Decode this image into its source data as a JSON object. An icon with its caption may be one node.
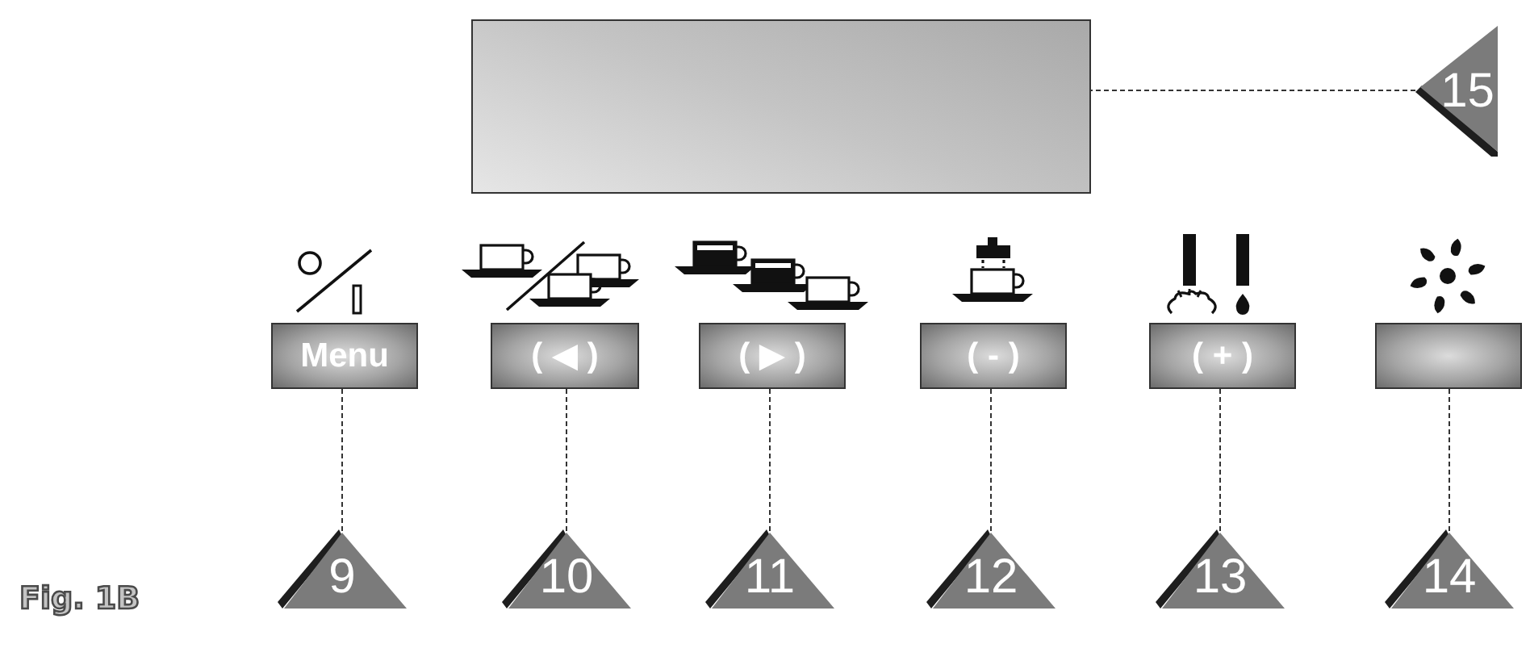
{
  "diagram": {
    "nodes": [
      {
        "text": [],
        "shape": "box"
      },
      {
        "text": [
          "15"
        ]
      },
      {
        "text": [
          "Menu"
        ]
      },
      {
        "text": [
          "( ◀ )"
        ]
      },
      {
        "text": [
          "( ▶ )"
        ]
      },
      {
        "text": [
          "( - )"
        ]
      },
      {
        "text": [
          "( + )"
        ]
      },
      {
        "text": [],
        "shape": "box"
      },
      {
        "text": [
          "9"
        ]
      },
      {
        "text": [
          "10"
        ]
      },
      {
        "text": [
          "11"
        ]
      },
      {
        "text": [
          "12"
        ]
      },
      {
        "text": [
          "13"
        ]
      },
      {
        "text": [
          "14"
        ]
      }
    ],
    "edges": [
      {
        "from": 1,
        "to": 0,
        "arrow": "none",
        "style": "dashed"
      },
      {
        "from": 8,
        "to": 2,
        "arrow": "none",
        "style": "dashed"
      },
      {
        "from": 9,
        "to": 3,
        "arrow": "none",
        "style": "dashed"
      },
      {
        "from": 10,
        "to": 4,
        "arrow": "none",
        "style": "dashed"
      },
      {
        "from": 11,
        "to": 5,
        "arrow": "none",
        "style": "dashed"
      },
      {
        "from": 12,
        "to": 6,
        "arrow": "none",
        "style": "dashed"
      },
      {
        "from": 13,
        "to": 7,
        "arrow": "none",
        "style": "dashed"
      }
    ],
    "labels": [
      "Fig. 1B"
    ]
  }
}
